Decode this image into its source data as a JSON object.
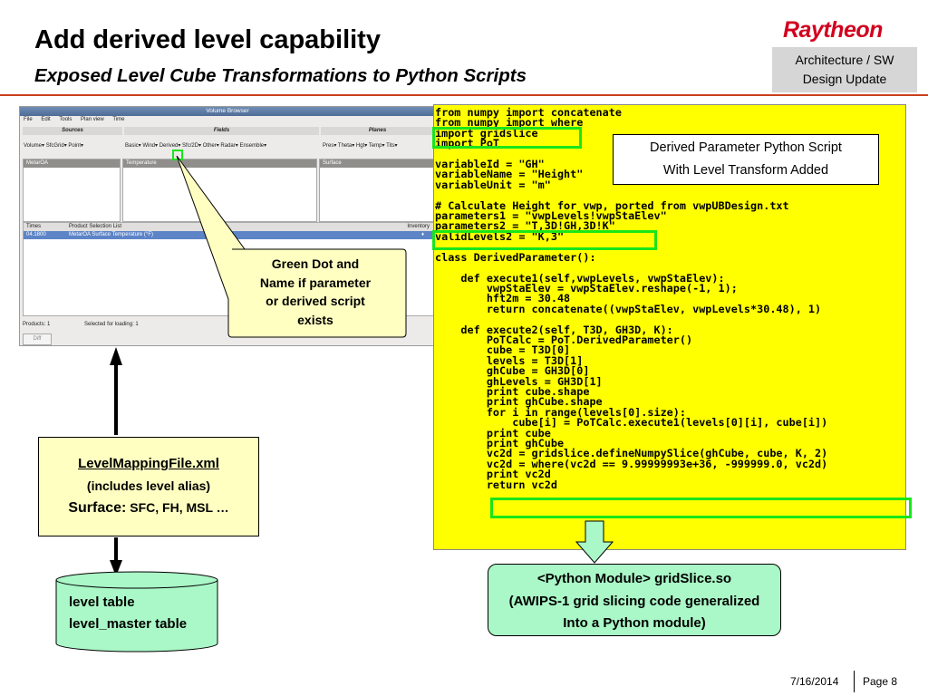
{
  "header": {
    "title": "Add derived level capability",
    "subtitle": "Exposed Level Cube Transformations to Python Scripts",
    "logo_text": "Raytheon",
    "box_line1": "Architecture / SW",
    "box_line2": "Design Update"
  },
  "volume_browser": {
    "window_title": "Volume Browser",
    "menu": [
      "File",
      "Edit",
      "Tools",
      "Plan view",
      "Time"
    ],
    "sections": {
      "sources": "Sources",
      "fields": "Fields",
      "planes": "Planes"
    },
    "source_dropdowns": "Volume▾  SfcGrid▾  Point▾",
    "field_dropdowns": "Basic▾  Wind▾  Derived▾  Sfc/2D▾  Other▾  Radar▾  Ensemble▾",
    "plane_dropdowns": "Pres▾  Theta▾  Hgt▾  Temp▾  Tits▾",
    "panels": {
      "source": "MetarOA",
      "field": "Temperature",
      "plane": "Surface"
    },
    "list_headers": {
      "times": "Times",
      "product": "Product Selection List",
      "inventory": "Inventory"
    },
    "list_row": {
      "time": "04.1800",
      "product": "MetarOA Surface Temperature (°F)",
      "inventory": "♦"
    },
    "status": {
      "products_label": "Products:",
      "products_count": "1",
      "selected_label": "Selected for loading:",
      "selected_count": "1"
    },
    "diff_button": "Diff"
  },
  "code": {
    "text": "from numpy import concatenate\nfrom numpy import where\nimport gridslice\nimport PoT\n\nvariableId = \"GH\"\nvariableName = \"Height\"\nvariableUnit = \"m\"\n\n# Calculate Height for vwp, ported from vwpUBDesign.txt\nparameters1 = \"vwpLevels!vwpStaElev\"\nparameters2 = \"T,3D!GH,3D!K\"\nvalidLevels2 = \"K,3\"\n\nclass DerivedParameter():\n\n    def execute1(self,vwpLevels, vwpStaElev):\n        vwpStaElev = vwpStaElev.reshape(-1, 1);\n        hft2m = 30.48\n        return concatenate((vwpStaElev, vwpLevels*30.48), 1)\n\n    def execute2(self, T3D, GH3D, K):\n        PoTCalc = PoT.DerivedParameter()\n        cube = T3D[0]\n        levels = T3D[1]\n        ghCube = GH3D[0]\n        ghLevels = GH3D[1]\n        print cube.shape\n        print ghCube.shape\n        for i in range(levels[0].size):\n            cube[i] = PoTCalc.execute1(levels[0][i], cube[i])\n        print cube\n        print ghCube\n        vc2d = gridslice.defineNumpySlice(ghCube, cube, K, 2)\n        vc2d = where(vc2d == 9.99999993e+36, -999999.0, vc2d)\n        print vc2d\n        return vc2d"
  },
  "derived_box": {
    "line1": "Derived Parameter Python Script",
    "line2": "With Level Transform Added"
  },
  "callout": {
    "line1": "Green Dot and",
    "line2": "Name if parameter",
    "line3": "or derived script",
    "line4": "exists"
  },
  "level_mapping": {
    "title": "LevelMappingFile.xml",
    "subtitle": "(includes level alias)",
    "surface_label": "Surface:",
    "surface_values": "SFC, FH, MSL …"
  },
  "database": {
    "line1": "level table",
    "line2": "level_master table"
  },
  "python_module": {
    "line1": "<Python Module> gridSlice.so",
    "line2": "(AWIPS-1 grid slicing code generalized",
    "line3": "Into a Python module)"
  },
  "footer": {
    "date": "7/16/2014",
    "page": "Page 8"
  },
  "colors": {
    "accent_rule": "#c8401c",
    "logo_red": "#d2001e",
    "highlight_green": "#19e619",
    "code_bg": "#ffff00",
    "callout_bg": "#ffffc2",
    "module_bg": "#aaf7c7",
    "database_bg": "#aaf7c7"
  }
}
